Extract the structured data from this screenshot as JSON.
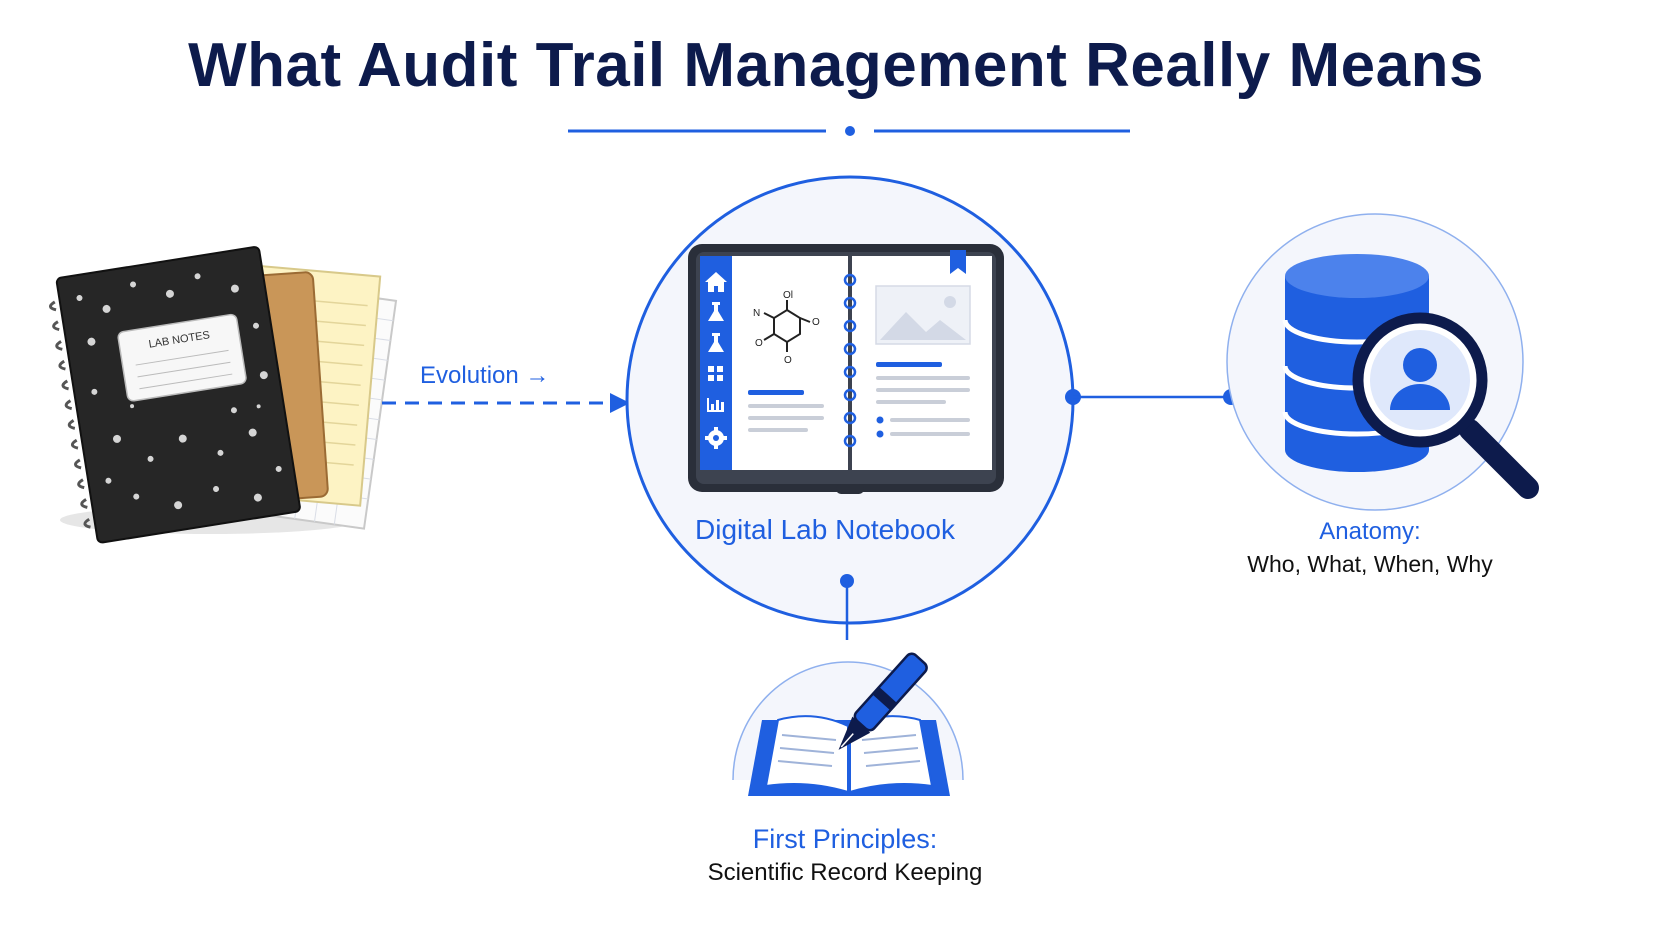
{
  "title": "What Audit Trail Management Really Means",
  "labels": {
    "evolution": "Evolution →",
    "center": "Digital Lab Notebook",
    "anatomy_head": "Anatomy:",
    "anatomy_sub": "Who, What, When, Why",
    "principles_head": "First Principles:",
    "principles_sub": "Scientific Record Keeping",
    "notebook_cover": "LAB NOTES"
  },
  "molecule": {
    "atom_top": "Ol",
    "atom_left": "N",
    "atom_right": "O",
    "atom_bottom_left": "O",
    "atom_bottom": "O"
  },
  "colors": {
    "title": "#0d1b4c",
    "accent": "#1f5fe0",
    "dark_blue": "#0d1b4c",
    "circle_fill": "#f2f5fc"
  },
  "icons": [
    "home-icon",
    "flask-icon",
    "flask-icon",
    "grid-icon",
    "chart-icon",
    "gear-icon",
    "bookmark-icon",
    "image-icon",
    "database-icon",
    "magnifier-icon",
    "user-icon",
    "pen-icon",
    "open-book-icon"
  ]
}
